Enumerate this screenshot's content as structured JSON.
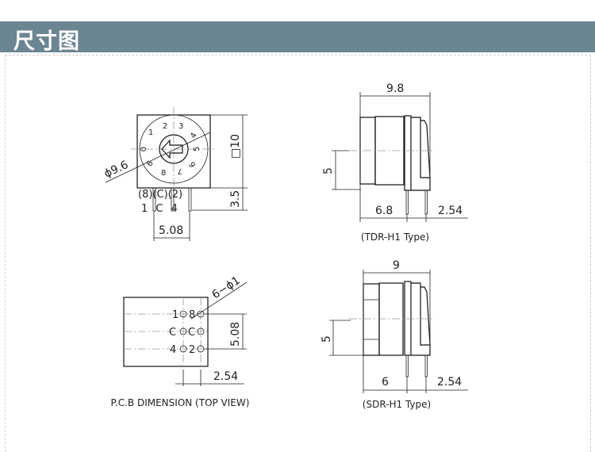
{
  "header": {
    "title": "尺寸图"
  },
  "front_view": {
    "dial_numbers": [
      "0",
      "1",
      "2",
      "3",
      "4",
      "5",
      "6",
      "7",
      "8",
      "9"
    ],
    "diameter_label": "ϕ9.6",
    "size_label": "□10",
    "pin_height_label": "3.5",
    "pin_spacing_label": "5.08",
    "pin_labels_top": "(8)(C)(2)",
    "pin_labels_bottom": "1 C 4"
  },
  "pcb_view": {
    "hole_label": "6−ϕ1",
    "row_labels": [
      "1",
      "8",
      "C",
      "C",
      "4",
      "2"
    ],
    "vertical_dim": "5.08",
    "horizontal_dim": "2.54",
    "caption": "P.C.B DIMENSION (TOP VIEW)"
  },
  "tdr_view": {
    "width_dim": "9.8",
    "height_dim": "5",
    "depth_dim": "6.8",
    "pin_dim": "2.54",
    "caption": "(TDR-H1 Type)"
  },
  "sdr_view": {
    "width_dim": "9",
    "height_dim": "5",
    "depth_dim": "6",
    "pin_dim": "2.54",
    "caption": "(SDR-H1 Type)"
  }
}
